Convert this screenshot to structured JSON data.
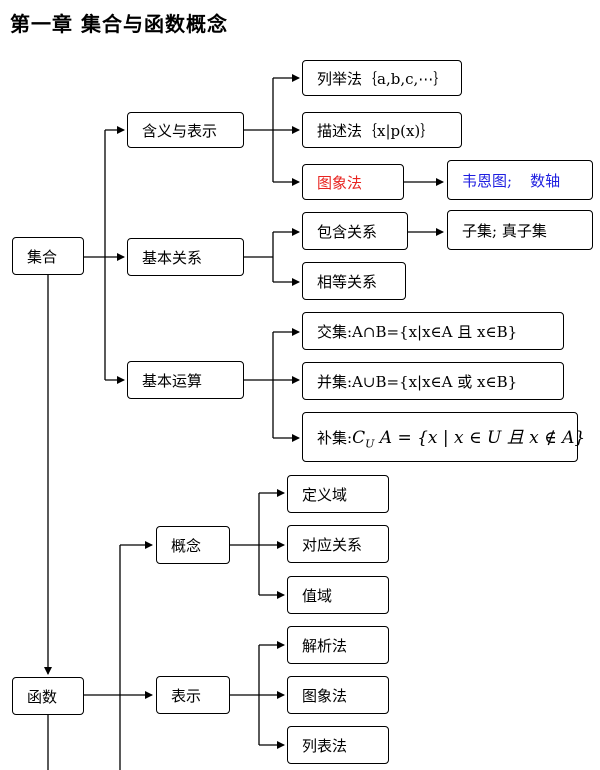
{
  "title": "第一章  集合与函数概念",
  "set": {
    "root": "集合",
    "meaning": "含义与表示",
    "enum": "列举法｛a,b,c,⋯｝",
    "describe": "描述法｛x|p(x)｝",
    "graph": "图象法",
    "venn": "韦恩图;",
    "axis": "数轴",
    "relation": "基本关系",
    "contain": "包含关系",
    "subset": "子集;  真子集",
    "equal": "相等关系",
    "ops": "基本运算",
    "intersect": "交集:A∩B={x|x∈A 且 x∈B}",
    "union": "并集:A∪B={x|x∈A 或 x∈B}",
    "complement_label": "补集:",
    "complement_expr": "C",
    "complement_sub": "U",
    "complement_rest": "A = {x | x ∈ U 且 x ∉ A}"
  },
  "func": {
    "root": "函数",
    "concept": "概念",
    "domain": "定义域",
    "mapping": "对应关系",
    "range": "值域",
    "repr": "表示",
    "analytic": "解析法",
    "graph": "图象法",
    "table": "列表法"
  }
}
